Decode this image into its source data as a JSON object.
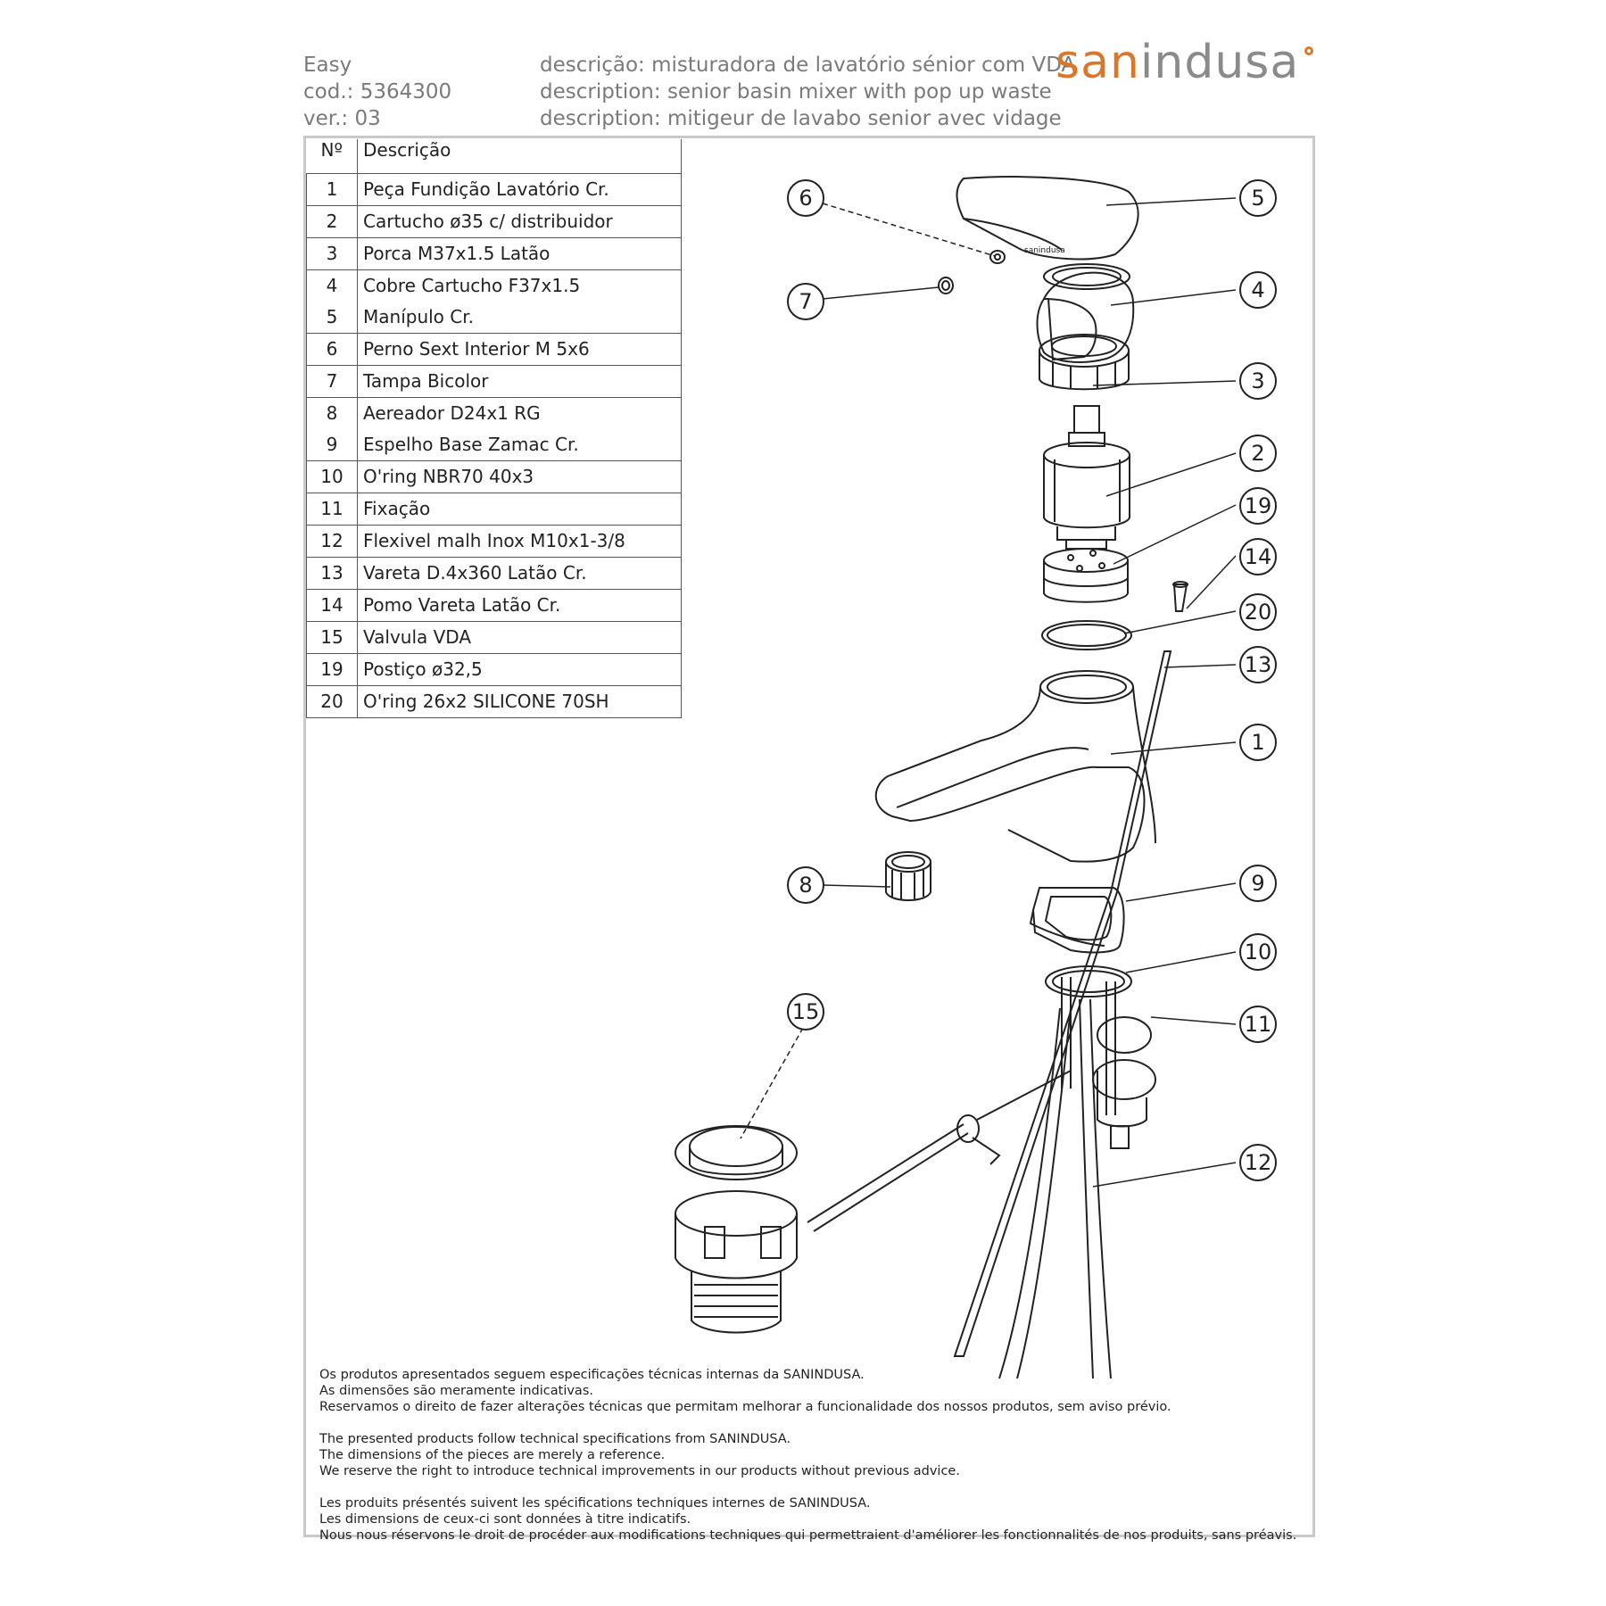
{
  "header": {
    "product": "Easy",
    "code": "cod.: 5364300",
    "version": "ver.: 03",
    "desc_pt": "descrição: misturadora de lavatório sénior com VDA",
    "desc_en": "description: senior basin mixer with pop up waste",
    "desc_fr": "description: mitigeur de lavabo senior avec vidage"
  },
  "logo": {
    "part1": "san",
    "part2": "indusa",
    "accent_color": "#d9782a",
    "grey_color": "#8a8a8a"
  },
  "parts_table": {
    "col_num": "Nº",
    "col_desc": "Descrição",
    "rows": [
      {
        "items": [
          {
            "num": "1",
            "desc": "Peça Fundição Lavatório Cr."
          }
        ]
      },
      {
        "items": [
          {
            "num": "2",
            "desc": "Cartucho ø35 c/ distribuidor"
          }
        ]
      },
      {
        "items": [
          {
            "num": "3",
            "desc": "Porca M37x1.5 Latão"
          }
        ]
      },
      {
        "items": [
          {
            "num": "4",
            "desc": "Cobre Cartucho F37x1.5"
          },
          {
            "num": "5",
            "desc": "Manípulo Cr."
          }
        ]
      },
      {
        "items": [
          {
            "num": "6",
            "desc": "Perno Sext Interior M 5x6"
          }
        ]
      },
      {
        "items": [
          {
            "num": "7",
            "desc": "Tampa Bicolor"
          }
        ]
      },
      {
        "items": [
          {
            "num": "8",
            "desc": "Aereador D24x1 RG"
          },
          {
            "num": "9",
            "desc": "Espelho Base Zamac Cr."
          }
        ]
      },
      {
        "items": [
          {
            "num": "10",
            "desc": "O'ring NBR70 40x3"
          }
        ]
      },
      {
        "items": [
          {
            "num": "11",
            "desc": "Fixação"
          }
        ]
      },
      {
        "items": [
          {
            "num": "12",
            "desc": "Flexivel malh Inox M10x1-3/8"
          }
        ]
      },
      {
        "items": [
          {
            "num": "13",
            "desc": "Vareta D.4x360 Latão Cr."
          }
        ]
      },
      {
        "items": [
          {
            "num": "14",
            "desc": "Pomo Vareta Latão Cr."
          }
        ]
      },
      {
        "items": [
          {
            "num": "15",
            "desc": "Valvula VDA"
          }
        ]
      },
      {
        "items": [
          {
            "num": "19",
            "desc": "Postiço ø32,5"
          }
        ]
      },
      {
        "items": [
          {
            "num": "20",
            "desc": "O'ring 26x2 SILICONE 70SH"
          }
        ]
      }
    ]
  },
  "callouts": [
    "6",
    "5",
    "7",
    "4",
    "3",
    "2",
    "19",
    "14",
    "20",
    "13",
    "1",
    "8",
    "9",
    "10",
    "11",
    "15",
    "12"
  ],
  "notes": {
    "pt": [
      "Os produtos apresentados seguem especificações técnicas internas da SANINDUSA.",
      "As dimensões são meramente indicativas.",
      "Reservamos o direito de fazer alterações técnicas que permitam melhorar a funcionalidade dos nossos produtos, sem aviso prévio."
    ],
    "en": [
      "The presented products follow technical specifications from SANINDUSA.",
      "The dimensions of the pieces are merely a reference.",
      "We reserve the right to introduce technical improvements in our products without previous advice."
    ],
    "fr": [
      "Les produits présentés suivent les spécifications techniques internes de SANINDUSA.",
      "Les dimensions de ceux-ci sont données à titre indicatifs.",
      "Nous nous réservons le droit de procéder aux modifications techniques qui permettraient d'améliorer les fonctionnalités de nos produits, sans préavis."
    ]
  },
  "handle_label": "sanindusa"
}
